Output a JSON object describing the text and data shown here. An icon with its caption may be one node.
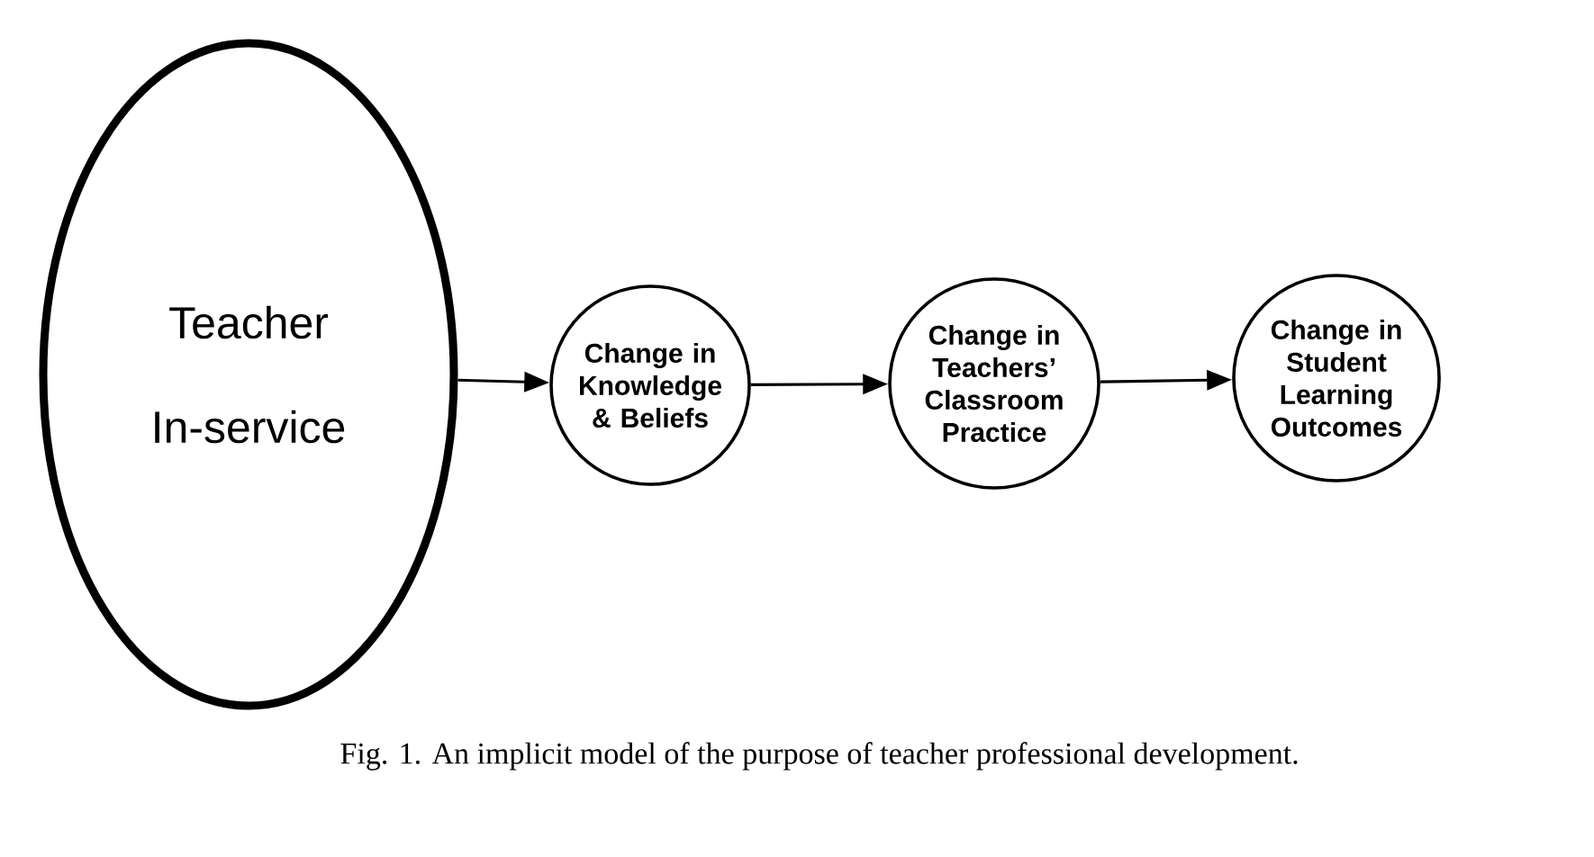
{
  "diagram": {
    "caption": "Fig. 1. An implicit model of the purpose of teacher professional development.",
    "nodes": [
      {
        "text": [
          "Teacher In-service"
        ]
      },
      {
        "text": [
          "Change in Knowledge & Beliefs"
        ]
      },
      {
        "text": [
          "Change in Teachers’ Classroom Practice"
        ]
      },
      {
        "text": [
          "Change in Student Learning Outcomes"
        ]
      }
    ],
    "edges": [
      {
        "from": 0,
        "to": 1,
        "arrow": "to"
      },
      {
        "from": 1,
        "to": 2,
        "arrow": "to"
      },
      {
        "from": 2,
        "to": 3,
        "arrow": "to"
      }
    ]
  }
}
